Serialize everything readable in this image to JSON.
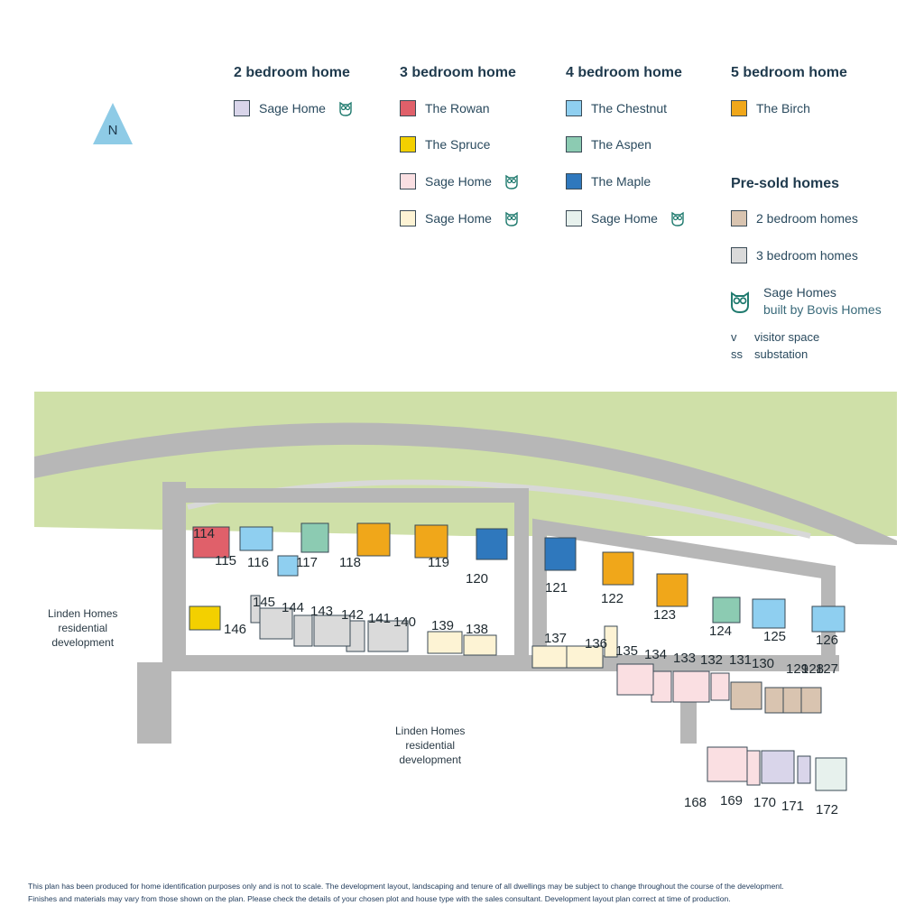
{
  "legend": {
    "columns": [
      {
        "title": "2 bedroom home",
        "items": [
          {
            "label": "Sage Home",
            "color": "#d9d5ea",
            "owl": true
          }
        ]
      },
      {
        "title": "3 bedroom home",
        "items": [
          {
            "label": "The Rowan",
            "color": "#e0606a",
            "owl": false
          },
          {
            "label": "The Spruce",
            "color": "#f3d000",
            "owl": false
          },
          {
            "label": "Sage Home",
            "color": "#fadfe2",
            "owl": true
          },
          {
            "label": "Sage Home",
            "color": "#fdf3d4",
            "owl": true
          }
        ]
      },
      {
        "title": "4 bedroom home",
        "items": [
          {
            "label": "The Chestnut",
            "color": "#8fcff0",
            "owl": false
          },
          {
            "label": "The Aspen",
            "color": "#8ccbb2",
            "owl": false
          },
          {
            "label": "The Maple",
            "color": "#2f78bd",
            "owl": false
          },
          {
            "label": "Sage Home",
            "color": "#e7f1ed",
            "owl": true
          }
        ]
      },
      {
        "title": "5 bedroom home",
        "items": [
          {
            "label": "The Birch",
            "color": "#f0a71a",
            "owl": false
          }
        ]
      }
    ],
    "presold": {
      "title": "Pre-sold homes",
      "items": [
        {
          "label": "2 bedroom homes",
          "color": "#d9c4b0"
        },
        {
          "label": "3 bedroom homes",
          "color": "#dadada"
        }
      ]
    },
    "sage_note": {
      "line1": "Sage Homes",
      "line2": "built by Bovis Homes"
    },
    "abbreviations": [
      {
        "key": "v",
        "label": "visitor space"
      },
      {
        "key": "ss",
        "label": "substation"
      }
    ]
  },
  "north_label": "N",
  "map": {
    "labels": {
      "linden_west": [
        "Linden Homes",
        "residential",
        "development"
      ],
      "linden_south": [
        "Linden Homes",
        "residential",
        "development"
      ]
    },
    "plots": [
      {
        "n": "114",
        "fill": "#e0606a"
      },
      {
        "n": "115",
        "fill": "#8fcff0"
      },
      {
        "n": "116",
        "fill": "#8fcff0"
      },
      {
        "n": "117",
        "fill": "#8ccbb2"
      },
      {
        "n": "118",
        "fill": "#f0a71a"
      },
      {
        "n": "119",
        "fill": "#f0a71a"
      },
      {
        "n": "120",
        "fill": "#2f78bd"
      },
      {
        "n": "121",
        "fill": "#2f78bd"
      },
      {
        "n": "122",
        "fill": "#f0a71a"
      },
      {
        "n": "123",
        "fill": "#f0a71a"
      },
      {
        "n": "124",
        "fill": "#8ccbb2"
      },
      {
        "n": "125",
        "fill": "#8fcff0"
      },
      {
        "n": "126",
        "fill": "#8fcff0"
      },
      {
        "n": "127",
        "fill": "#d9c4b0"
      },
      {
        "n": "128",
        "fill": "#d9c4b0"
      },
      {
        "n": "129",
        "fill": "#d9c4b0"
      },
      {
        "n": "130",
        "fill": "#d9c4b0"
      },
      {
        "n": "131",
        "fill": "#fadfe2"
      },
      {
        "n": "132",
        "fill": "#fadfe2"
      },
      {
        "n": "133",
        "fill": "#fadfe2"
      },
      {
        "n": "134",
        "fill": "#fadfe2"
      },
      {
        "n": "135",
        "fill": "#fdf3d4"
      },
      {
        "n": "136",
        "fill": "#fdf3d4"
      },
      {
        "n": "137",
        "fill": "#fdf3d4"
      },
      {
        "n": "138",
        "fill": "#fdf3d4"
      },
      {
        "n": "139",
        "fill": "#fdf3d4"
      },
      {
        "n": "140",
        "fill": "#dadada"
      },
      {
        "n": "141",
        "fill": "#dadada"
      },
      {
        "n": "142",
        "fill": "#dadada"
      },
      {
        "n": "143",
        "fill": "#dadada"
      },
      {
        "n": "144",
        "fill": "#dadada"
      },
      {
        "n": "145",
        "fill": "#dadada"
      },
      {
        "n": "146",
        "fill": "#f3d000"
      },
      {
        "n": "168",
        "fill": "#fadfe2"
      },
      {
        "n": "169",
        "fill": "#fadfe2"
      },
      {
        "n": "170",
        "fill": "#d9d5ea"
      },
      {
        "n": "171",
        "fill": "#d9d5ea"
      },
      {
        "n": "172",
        "fill": "#e7f1ed"
      }
    ]
  },
  "footer": {
    "line1": "This plan has been produced for home identification purposes only and is not to scale. The development layout, landscaping and tenure of all dwellings may be subject to change throughout the course of the development.",
    "line2": "Finishes and materials may vary from those shown on the plan. Please check the details of your chosen plot and house type with the sales consultant. Development layout plan correct at time of production."
  }
}
